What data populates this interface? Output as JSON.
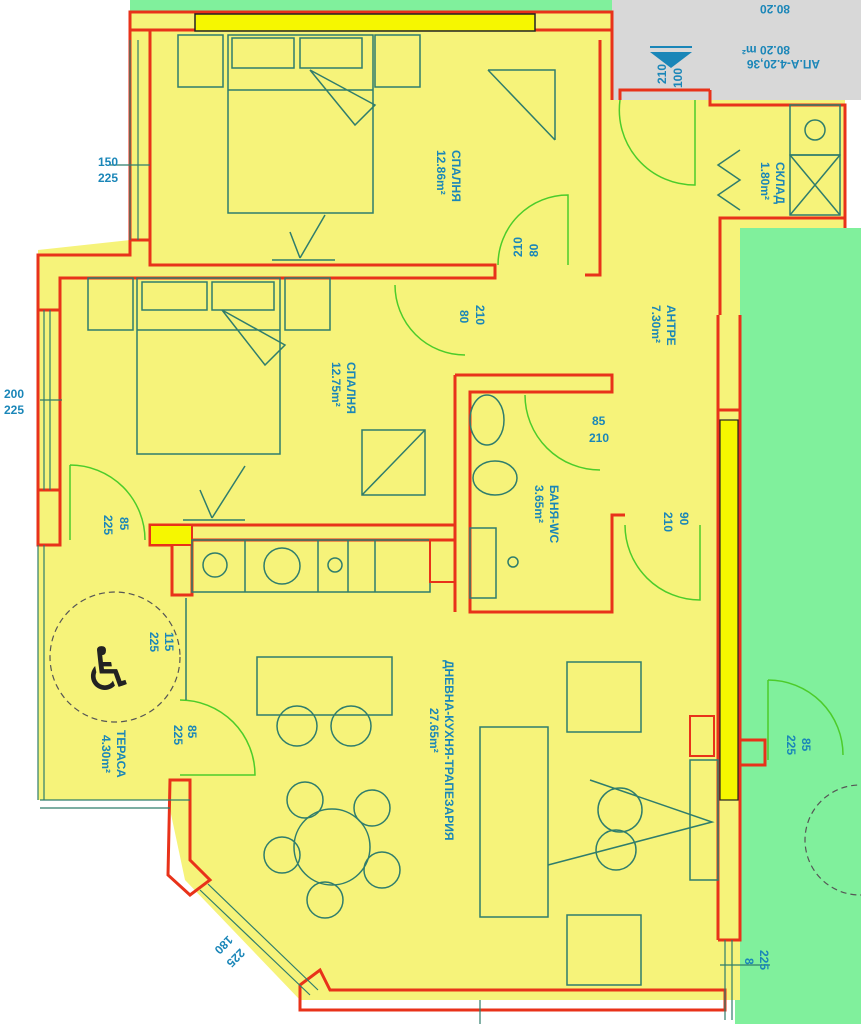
{
  "plan": {
    "apartment_label": "АП.А-4.20,36",
    "apartment_area": "80.20 m²",
    "top_cut_label": "80.20",
    "colors": {
      "apartment": "#f6f37a",
      "neighbor": "#80f09c",
      "common": "#d8d8d8",
      "wall": "#e8321a",
      "text": "#1a86b8"
    },
    "rooms": [
      {
        "name": "СПАЛНЯ",
        "area": "12.86m²"
      },
      {
        "name": "СПАЛНЯ",
        "area": "12.75m²"
      },
      {
        "name": "АНТРЕ",
        "area": "7.30m²"
      },
      {
        "name": "СКЛАД",
        "area": "1.80m²"
      },
      {
        "name": "БАНЯ-WC",
        "area": "3.65m²"
      },
      {
        "name": "ДНЕВНА-КУХНЯ-ТРАПЕЗАРИЯ",
        "area": "27.65m²"
      },
      {
        "name": "ТЕРАСА",
        "area": "4.30m²"
      }
    ],
    "openings": [
      {
        "w": "100",
        "h": "210"
      },
      {
        "w": "80",
        "h": "210"
      },
      {
        "w": "80",
        "h": "210"
      },
      {
        "w": "85",
        "h": "210"
      },
      {
        "w": "90",
        "h": "210"
      },
      {
        "w": "85",
        "h": "225"
      },
      {
        "w": "85",
        "h": "225"
      },
      {
        "w": "150",
        "h": "225"
      },
      {
        "w": "200",
        "h": "225"
      },
      {
        "w": "180",
        "h": "225"
      },
      {
        "w": "115",
        "h": "225"
      },
      {
        "w": "85",
        "h": "225"
      },
      {
        "w": "225",
        "h": "8"
      }
    ]
  }
}
